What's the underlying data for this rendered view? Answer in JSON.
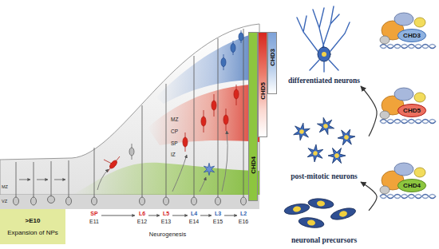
{
  "diagram": {
    "nodes": [
      {
        "text": [
          "CHD4"
        ]
      },
      {
        "text": [
          "CHD5"
        ]
      },
      {
        "text": [
          "CHD3"
        ]
      },
      {
        "text": [
          "differentiated neurons"
        ]
      },
      {
        "text": [
          "CHD3"
        ]
      },
      {
        "text": [
          "post-mitotic neurons"
        ]
      },
      {
        "text": [
          "CHD5"
        ]
      },
      {
        "text": [
          "neuronal precursors"
        ]
      },
      {
        "text": [
          "CHD4"
        ]
      },
      {
        "text": [
          ">E10",
          "Expansion of NPs"
        ]
      }
    ],
    "edges": [
      {
        "from": 7,
        "to": 5,
        "arrow": "to"
      },
      {
        "from": 5,
        "to": 3,
        "arrow": "to"
      }
    ],
    "labels": [
      "MZ",
      "VZ",
      "MZ",
      "CP",
      "SP",
      "IZ",
      "SP",
      "E11",
      "L6",
      "E12",
      "L5",
      "E13",
      "L4",
      "E14",
      "L3",
      "E15",
      "L2",
      "E16",
      "Neurogenesis"
    ]
  }
}
